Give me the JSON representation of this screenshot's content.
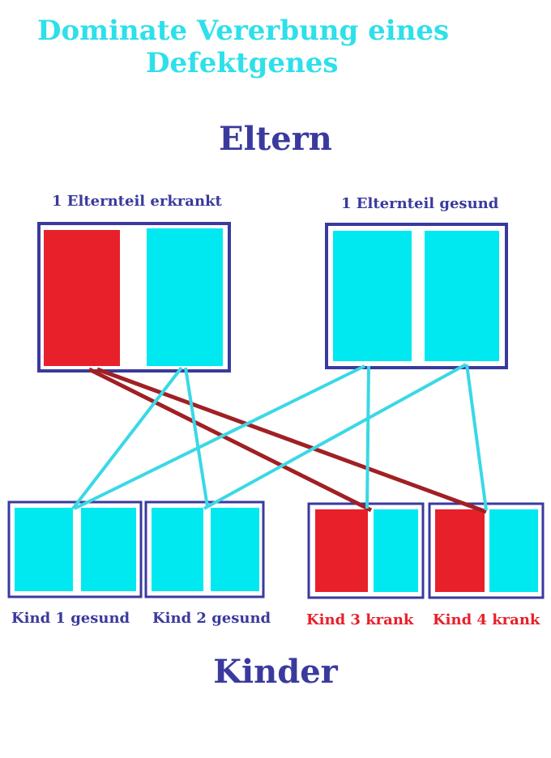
{
  "title": {
    "line1": "Dominate Vererbung eines",
    "line2": "Defektgenes"
  },
  "parents": {
    "heading": "Eltern",
    "parent1_label": "1 Elternteil erkrankt",
    "parent2_label": "1 Elternteil gesund"
  },
  "children": {
    "heading": "Kinder",
    "labels": [
      "Kind 1 gesund",
      "Kind 2 gesund",
      "Kind 3 krank",
      "Kind 4 krank"
    ]
  },
  "colors": {
    "defect_gene": "#e8202a",
    "healthy_gene": "#00e8f0",
    "frame": "#3a3a9e",
    "title": "#2de0ea",
    "defect_line": "#a02024",
    "healthy_line": "#3ad8e6"
  }
}
